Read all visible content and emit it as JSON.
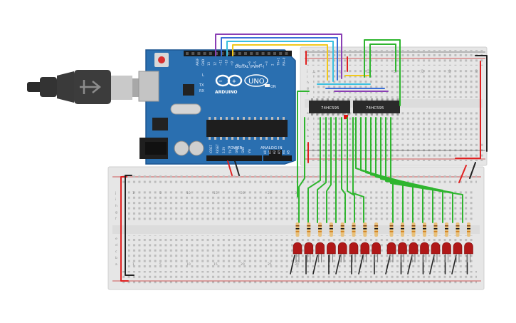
{
  "arduino": {
    "logo_text": "ARDUINO",
    "model": "UNO",
    "digital_header": "DIGITAL (PWM~)",
    "power_label": "POWER",
    "analog_label": "ANALOG IN",
    "on_label": "ON",
    "l_label": "L",
    "tx_label": "TX",
    "rx_label": "RX",
    "digital_pins": [
      "AREF",
      "GND",
      "13",
      "12",
      "~11",
      "~10",
      "~9",
      "8",
      "7",
      "~6",
      "~5",
      "4",
      "~3",
      "2",
      "TX→1",
      "RX←0"
    ],
    "power_pins": [
      "IOREF",
      "RESET",
      "3.3V",
      "5V",
      "GND",
      "GND",
      "Vin"
    ],
    "analog_pins": [
      "A0",
      "A1",
      "A2",
      "A3",
      "A4",
      "A5"
    ]
  },
  "chips": [
    {
      "label": "74HC595"
    },
    {
      "label": "74HC595"
    }
  ],
  "top_breadboard": {
    "row_letters_top": [
      "j",
      "i",
      "h",
      "g",
      "f"
    ],
    "row_letters_bottom": [
      "e",
      "d",
      "c",
      "b",
      "a"
    ],
    "col_numbers": [
      "1",
      "5",
      "10",
      "15",
      "20",
      "25",
      "30"
    ]
  },
  "bottom_breadboard": {
    "row_letters_top": [
      "j",
      "i",
      "h",
      "g",
      "f"
    ],
    "row_letters_bottom": [
      "e",
      "d",
      "c",
      "b",
      "a"
    ],
    "col_numbers": [
      "1",
      "5",
      "10",
      "15",
      "20",
      "25",
      "30"
    ]
  },
  "leds": {
    "count": 16,
    "color": "#b01818"
  },
  "colors": {
    "board_blue": "#2a6fb0",
    "breadboard": "#e6e6e6",
    "wire_green": "#2fb52f",
    "wire_red": "#e02020",
    "wire_black": "#222222",
    "wire_purple": "#8a3fb5",
    "wire_blue": "#3a6fd8",
    "wire_cyan": "#3ac0e0",
    "wire_yellow": "#f2c81a"
  }
}
